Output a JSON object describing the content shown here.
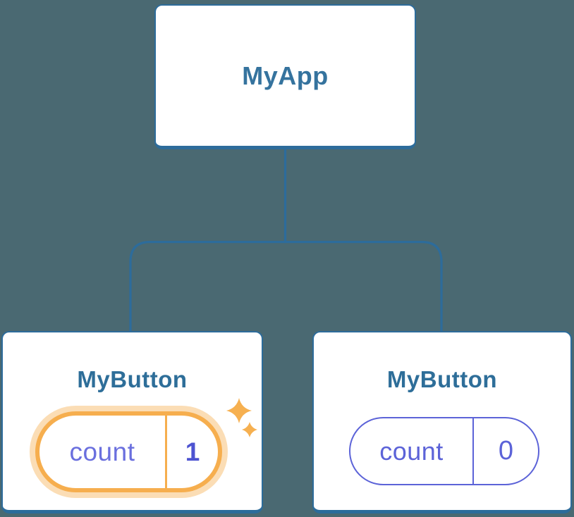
{
  "diagram": {
    "kind": "react-component-tree",
    "background_color": "#4a6972",
    "connector_color": "#2d6c9b",
    "node_border_color": "#2d6c9b",
    "node_fill_color": "#ffffff",
    "node_label_color": "#2e6e99",
    "root": {
      "label": "MyApp"
    },
    "children": [
      {
        "label": "MyButton",
        "state": {
          "key": "count",
          "value": "1"
        },
        "highlighted": true,
        "accent_color": "#f6ae4e",
        "halo_color": "rgba(246,174,78,0.42)",
        "key_text_color": "#6a6fde",
        "value_text_color": "#4d53d1",
        "icon": "sparkles-icon"
      },
      {
        "label": "MyButton",
        "state": {
          "key": "count",
          "value": "0"
        },
        "highlighted": false,
        "accent_color": "#5c63d8",
        "key_text_color": "#5c63d8",
        "value_text_color": "#5c63d8"
      }
    ]
  }
}
